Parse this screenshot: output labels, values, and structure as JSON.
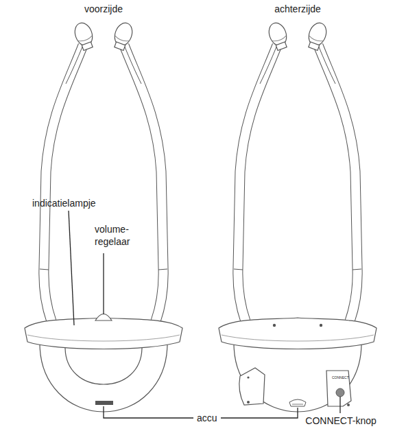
{
  "diagram": {
    "labels": [
      "voorzijde",
      "achterzijde",
      "indicatielampje",
      "volume- regelaar",
      "accu",
      "CONNECT",
      "CONNECT-knop"
    ]
  }
}
